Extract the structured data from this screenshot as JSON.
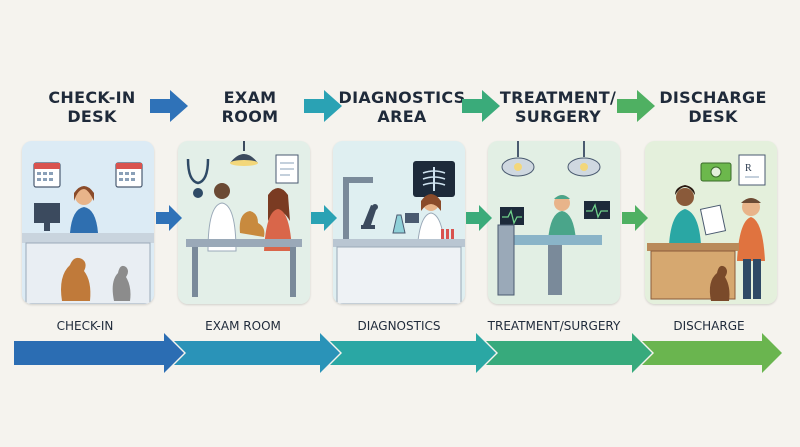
{
  "stages": [
    {
      "title_line1": "CHECK-IN",
      "title_line2": "DESK",
      "caption": "CHECK-IN",
      "color": "#2b6db3"
    },
    {
      "title_line1": "EXAM",
      "title_line2": "ROOM",
      "caption": "EXAM ROOM",
      "color": "#2a93b8"
    },
    {
      "title_line1": "DIAGNOSTICS",
      "title_line2": "AREA",
      "caption": "DIAGNOSTICS",
      "color": "#2aa7a4"
    },
    {
      "title_line1": "TREATMENT/",
      "title_line2": "SURGERY",
      "caption": "TREATMENT/SURGERY",
      "color": "#37aa7c"
    },
    {
      "title_line1": "DISCHARGE",
      "title_line2": "DESK",
      "caption": "DISCHARGE",
      "color": "#6ab54f"
    }
  ],
  "colors": {
    "arrow_blue": "#2f72b8",
    "arrow_teal": "#2aa2b4",
    "arrow_green": "#3aab7a",
    "arrow_lime": "#6cb84c",
    "text_dark": "#1f2a3a"
  },
  "icons": [
    "calendar-icon",
    "stethoscope-icon",
    "lamp-icon",
    "xray-icon",
    "microscope-icon",
    "surgical-light-icon",
    "cash-icon",
    "prescription-icon"
  ]
}
